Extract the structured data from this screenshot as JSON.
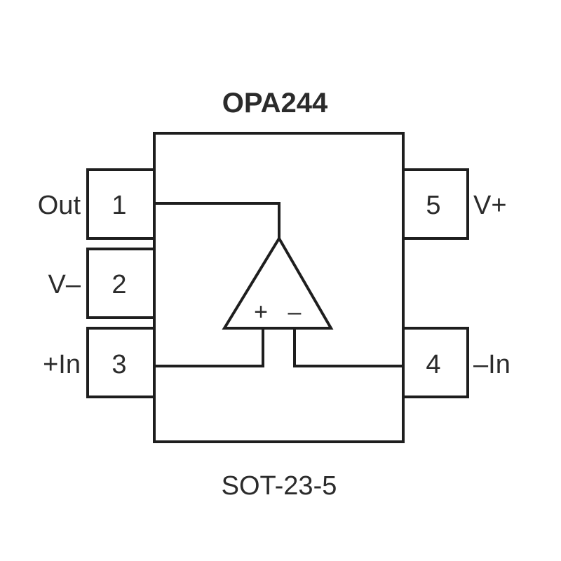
{
  "diagram": {
    "part_name": "OPA244",
    "package": "SOT-23-5",
    "pins": [
      {
        "number": "1",
        "name": "Out"
      },
      {
        "number": "2",
        "name": "V–"
      },
      {
        "number": "3",
        "name": "+In"
      },
      {
        "number": "4",
        "name": "–In"
      },
      {
        "number": "5",
        "name": "V+"
      }
    ],
    "opamp": {
      "plus_sign": "+",
      "minus_sign": "–"
    }
  }
}
